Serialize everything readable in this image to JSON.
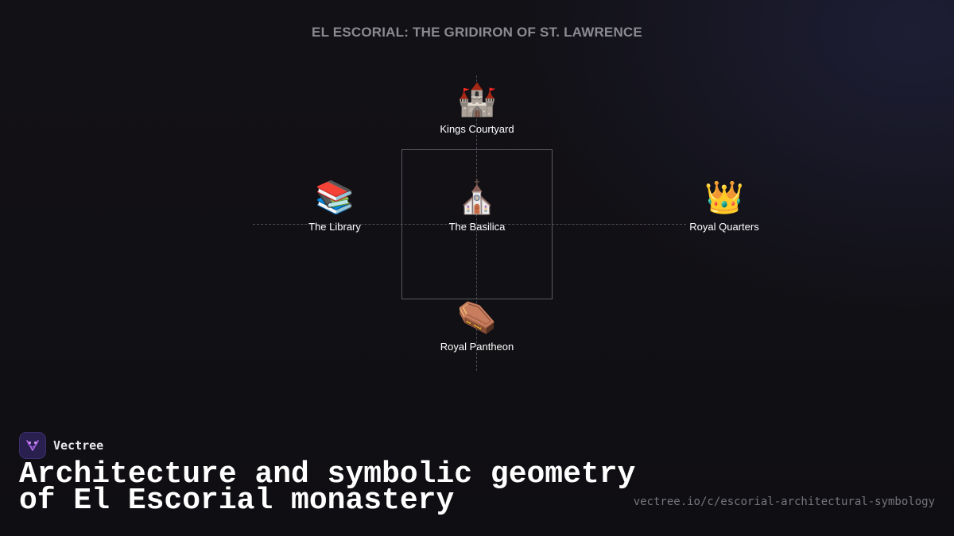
{
  "title": "EL ESCORIAL: THE GRIDIRON OF ST. LAWRENCE",
  "nodes": {
    "top": {
      "icon": "🏰",
      "icon_name": "castle-icon",
      "label": "Kings Courtyard"
    },
    "left": {
      "icon": "📚",
      "icon_name": "books-icon",
      "label": "The Library"
    },
    "center": {
      "icon": "⛪",
      "icon_name": "church-icon",
      "label": "The Basilica"
    },
    "right": {
      "icon": "👑",
      "icon_name": "crown-icon",
      "label": "Royal Quarters"
    },
    "bottom": {
      "icon": "⚰️",
      "icon_name": "coffin-icon",
      "label": "Royal Pantheon"
    }
  },
  "brand": {
    "name": "Vectree",
    "logo_color": "#2a2050",
    "accent_color": "#b26be8"
  },
  "headline": {
    "line1": "Architecture and symbolic geometry",
    "line2": "of El Escorial monastery"
  },
  "url": "vectree.io/c/escorial-architectural-symbology"
}
